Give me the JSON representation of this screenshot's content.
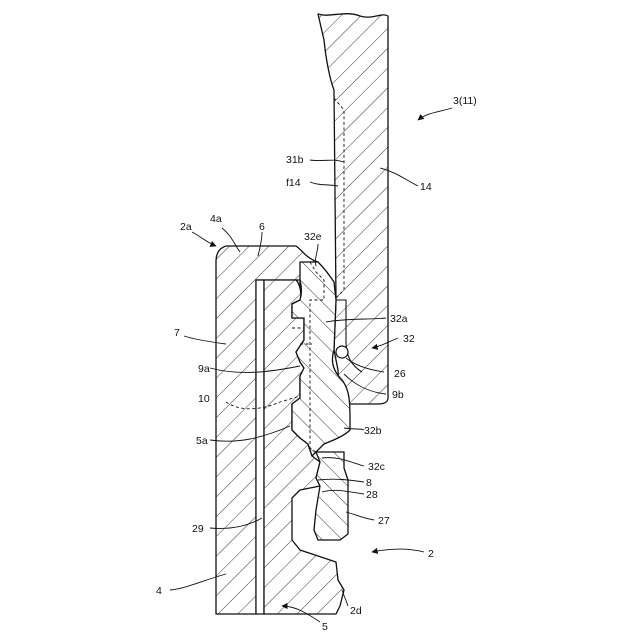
{
  "labels": {
    "ref_3_11": "3(11)",
    "ref_31b": "31b",
    "ref_f14": "f14",
    "ref_14": "14",
    "ref_2a": "2a",
    "ref_4a": "4a",
    "ref_6": "6",
    "ref_32e": "32e",
    "ref_32a": "32a",
    "ref_32": "32",
    "ref_7": "7",
    "ref_26": "26",
    "ref_9a": "9a",
    "ref_9b": "9b",
    "ref_10": "10",
    "ref_32b": "32b",
    "ref_5a": "5a",
    "ref_32c": "32c",
    "ref_8": "8",
    "ref_28": "28",
    "ref_29": "29",
    "ref_27": "27",
    "ref_2": "2",
    "ref_4": "4",
    "ref_2d": "2d",
    "ref_5": "5"
  }
}
